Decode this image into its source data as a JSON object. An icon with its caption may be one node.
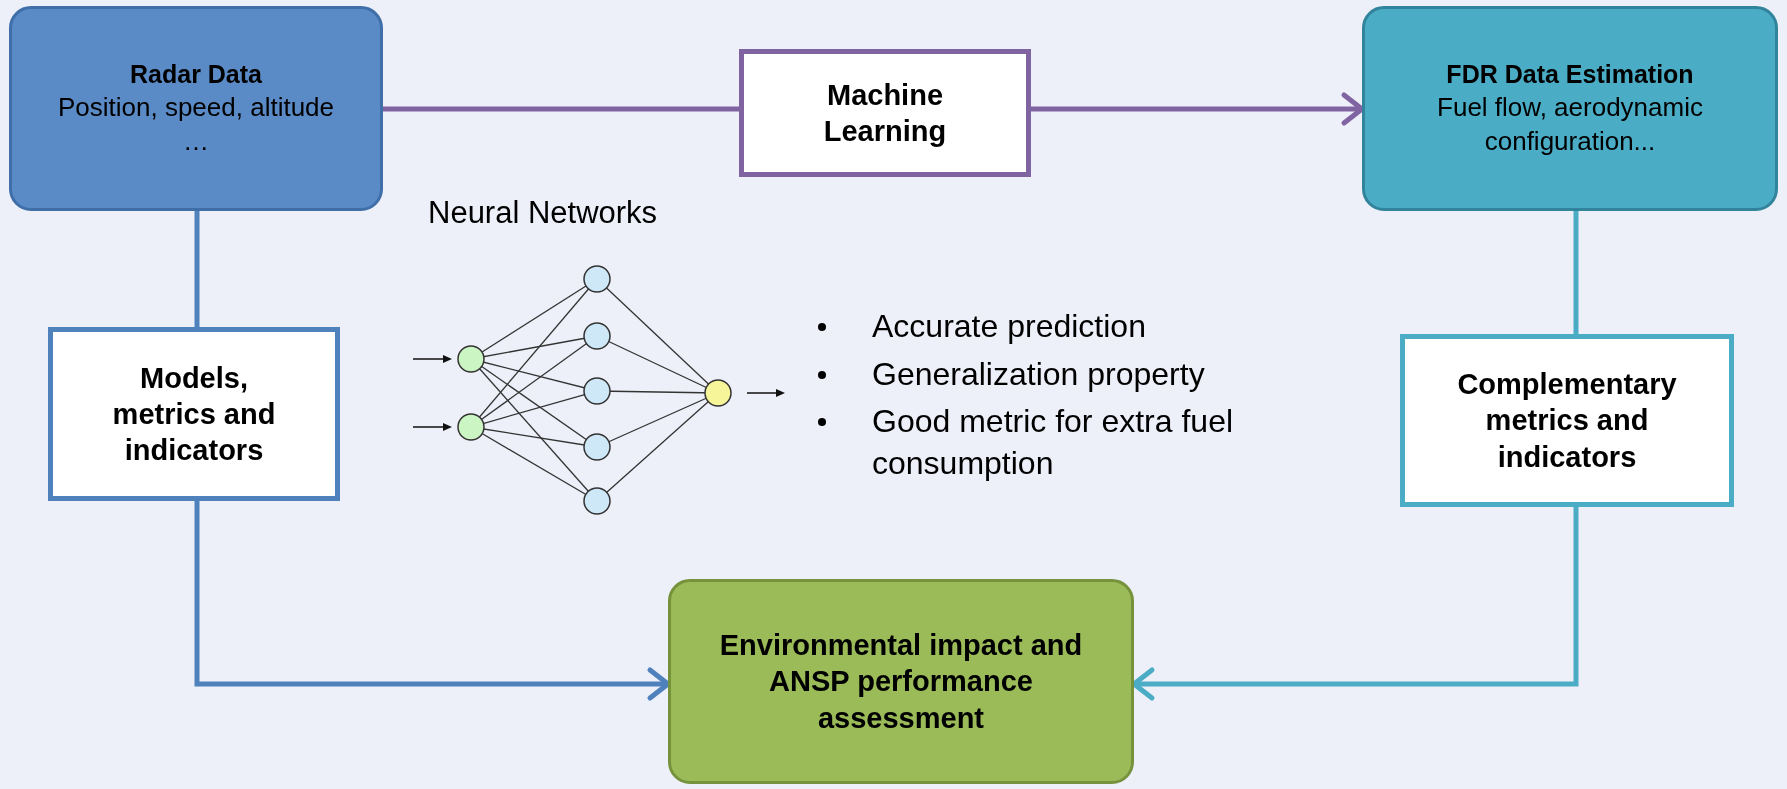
{
  "diagram": {
    "nodes": [
      {
        "text": [
          "Radar Data",
          "Position, speed, altitude …"
        ]
      },
      {
        "text": [
          "Machine Learning"
        ]
      },
      {
        "text": [
          "FDR Data Estimation",
          "Fuel flow, aerodynamic configuration..."
        ]
      },
      {
        "text": [
          "Models, metrics and indicators"
        ]
      },
      {
        "text": [
          "Complementary metrics and indicators"
        ]
      },
      {
        "text": [
          "Environmental impact and ANSP performance assessment"
        ]
      }
    ],
    "edges": [
      {
        "from": 0,
        "to": 1,
        "arrow": "none",
        "color": "#8064a2"
      },
      {
        "from": 1,
        "to": 2,
        "arrow": "to",
        "color": "#8064a2"
      },
      {
        "from": 0,
        "to": 3,
        "arrow": "none",
        "color": "#4f81bd"
      },
      {
        "from": 3,
        "to": 5,
        "arrow": "to",
        "color": "#4f81bd"
      },
      {
        "from": 2,
        "to": 4,
        "arrow": "none",
        "color": "#4bacc6"
      },
      {
        "from": 4,
        "to": 5,
        "arrow": "to",
        "color": "#4bacc6"
      }
    ],
    "labels": [
      "Neural Networks",
      "Accurate prediction",
      "Generalization property",
      "Good metric for extra fuel consumption"
    ]
  }
}
